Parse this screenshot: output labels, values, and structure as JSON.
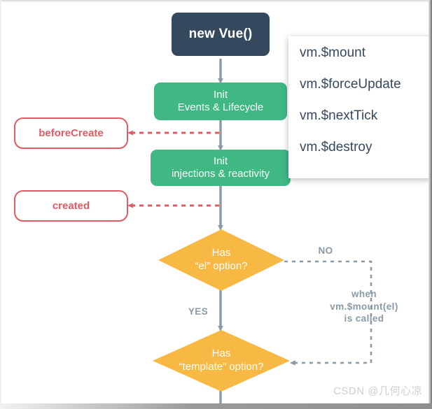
{
  "diagram": {
    "title": "Vue lifecycle flowchart",
    "colors": {
      "navy": "#35495e",
      "green": "#3fb884",
      "orange": "#f7b844",
      "red": "#e05c62",
      "gray": "#8a9aa6",
      "white": "#ffffff"
    },
    "nodes": {
      "root": {
        "label": "new Vue()"
      },
      "init_events": {
        "line1": "Init",
        "line2": "Events & Lifecycle"
      },
      "init_injections": {
        "line1": "Init",
        "line2": "injections & reactivity"
      },
      "has_el": {
        "line1": "Has",
        "line2": "“el” option?"
      },
      "has_template": {
        "line1": "Has",
        "line2": "“template” option?"
      }
    },
    "hooks": [
      {
        "label": "beforeCreate"
      },
      {
        "label": "created"
      }
    ],
    "edge_labels": {
      "no": "NO",
      "yes": "YES",
      "when_mount_line1": "when",
      "when_mount_line2": "vm.$mount(el)",
      "when_mount_line3": "is called"
    }
  },
  "overlay": {
    "items": [
      "vm.$mount",
      "vm.$forceUpdate",
      "vm.$nextTick",
      "vm.$destroy"
    ]
  },
  "watermark": {
    "text": "CSDN @几何心凉"
  }
}
